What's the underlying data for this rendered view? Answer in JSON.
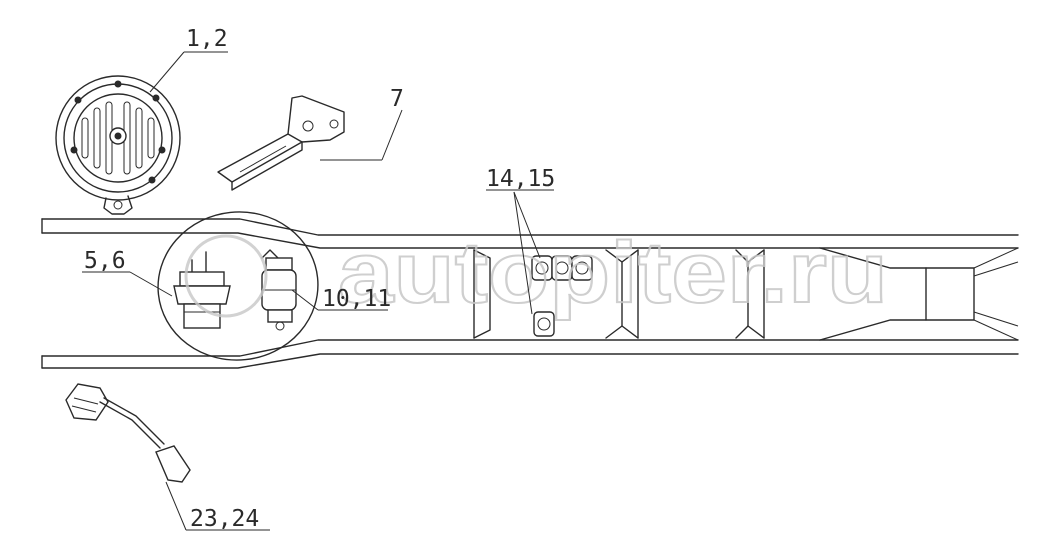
{
  "callouts": {
    "horn": "1,2",
    "bracket": "7",
    "valves": "14,15",
    "sensor_left": "5,6",
    "sensor_right": "10,11",
    "sensor_cable": "23,24"
  },
  "watermark": {
    "text": "autopiter.ru",
    "color": "#c7c7c7"
  },
  "colors": {
    "line": "#2a2a2a",
    "background": "#ffffff"
  }
}
